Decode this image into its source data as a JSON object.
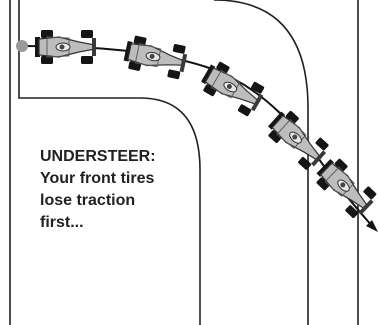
{
  "caption": {
    "lines": [
      "UNDERSTEER:",
      "Your front tires",
      "lose traction",
      "first..."
    ]
  },
  "diagram": {
    "car_count": 5,
    "colors": {
      "track_line": "#222222",
      "path_line": "#111111",
      "start_dot": "#9a9a9a",
      "car_body": "#bdbdbd",
      "car_cockpit": "#e8e8e8",
      "tire": "#151515"
    },
    "icons": [
      "race-car-icon",
      "start-dot-icon",
      "arrow-head-icon"
    ]
  }
}
